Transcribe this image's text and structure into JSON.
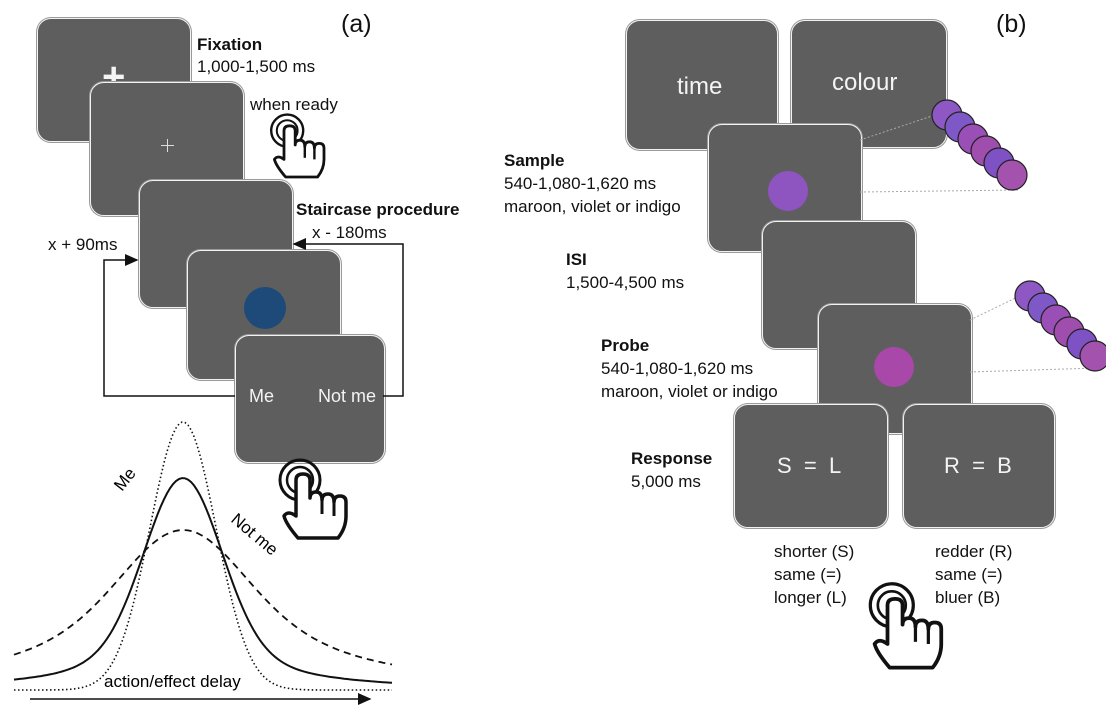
{
  "panel_a": {
    "letter": "(a)",
    "fixation": {
      "title": "Fixation",
      "duration": "1,000-1,500 ms"
    },
    "when_ready": "when ready",
    "staircase": {
      "title": "Staircase procedure",
      "minus": "x - 180ms",
      "plus": "x + 90ms"
    },
    "fixation_symbol": "+",
    "stimulus_color": "#1d4a78",
    "choices": {
      "me": "Me",
      "not_me": "Not me"
    },
    "curve_labels": {
      "me": "Me",
      "not_me": "Not me",
      "xaxis": "action/effect delay"
    }
  },
  "panel_b": {
    "letter": "(b)",
    "cues": {
      "time": "time",
      "colour": "colour"
    },
    "sample": {
      "title": "Sample",
      "duration": "540-1,080-1,620 ms",
      "colors": "maroon, violet or indigo",
      "dot_color": "#8e54c0"
    },
    "isi": {
      "title": "ISI",
      "duration": "1,500-4,500 ms"
    },
    "probe": {
      "title": "Probe",
      "duration": "540-1,080-1,620 ms",
      "colors": "maroon, violet or indigo",
      "dot_color": "#a848a8"
    },
    "response": {
      "title": "Response",
      "duration": "5,000 ms",
      "time_key": "S  =  L",
      "colour_key": "R  =  B",
      "time_options": [
        "shorter (S)",
        "same (=)",
        "longer (L)"
      ],
      "colour_options": [
        "redder (R)",
        "same (=)",
        "bluer (B)"
      ]
    },
    "swatch_colors": [
      "#8e58c4",
      "#7f58c8",
      "#9a4fb6",
      "#a04eae",
      "#7e52c4",
      "#a352ae"
    ]
  }
}
